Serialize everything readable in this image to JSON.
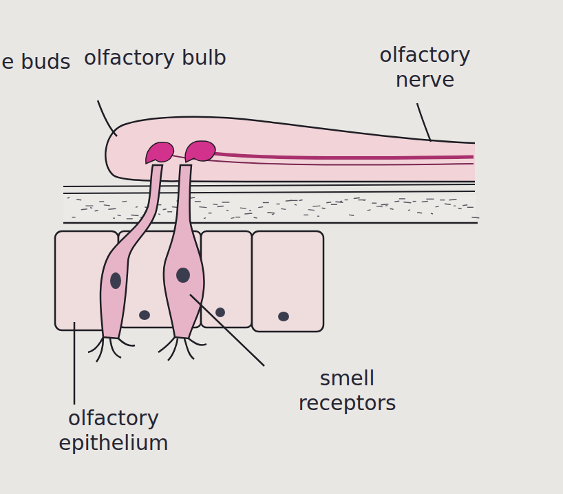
{
  "diagram": {
    "labels": [
      "e buds",
      "olfactory bulb",
      "olfactory nerve",
      "smell receptors",
      "olfactory epithelium"
    ]
  }
}
